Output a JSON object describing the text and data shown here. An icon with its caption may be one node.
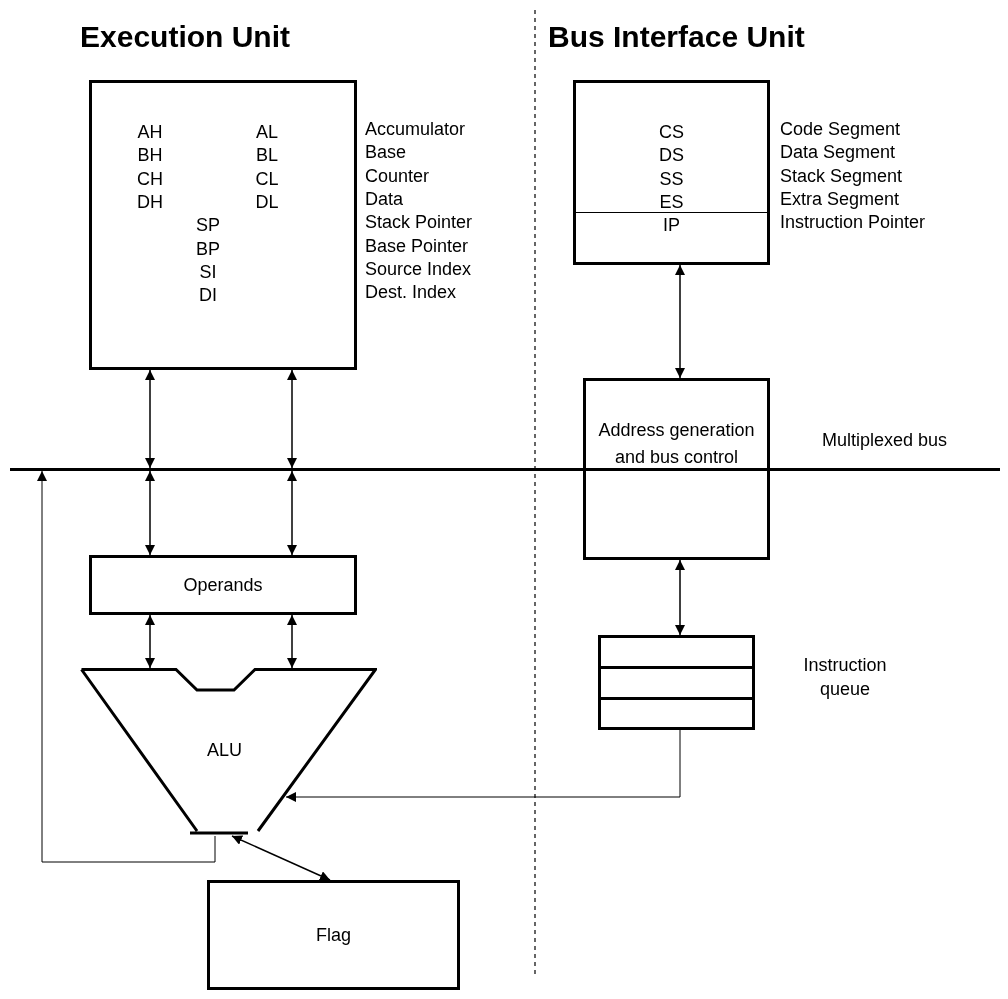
{
  "diagram": {
    "nodes": [
      {
        "text": [
          "AH",
          "AL",
          "BH",
          "BL",
          "CH",
          "CL",
          "DH",
          "DL",
          "SP",
          "BP",
          "SI",
          "DI"
        ],
        "beside": [
          "Accumulator",
          "Base",
          "Counter",
          "Data",
          "Stack Pointer",
          "Base Pointer",
          "Source Index",
          "Dest. Index"
        ]
      },
      {
        "text": [
          "CS",
          "DS",
          "SS",
          "ES",
          "IP"
        ],
        "beside": [
          "Code Segment",
          "Data Segment",
          "Stack Segment",
          "Extra Segment",
          "Instruction Pointer"
        ]
      },
      {
        "text": [
          "Address generation and bus control"
        ]
      },
      {
        "text": [],
        "shape": "bar",
        "beside": [
          "Multiplexed bus"
        ]
      },
      {
        "text": [
          "Operands"
        ]
      },
      {
        "text": [],
        "shape": "box",
        "beside": [
          "Instruction queue"
        ]
      },
      {
        "text": [
          "ALU"
        ]
      },
      {
        "text": [
          "Flag"
        ]
      }
    ],
    "edges": [
      {
        "from": 0,
        "to": 3,
        "arrow": "both"
      },
      {
        "from": 0,
        "to": 3,
        "arrow": "both"
      },
      {
        "from": 1,
        "to": 2,
        "arrow": "both"
      },
      {
        "from": 3,
        "to": 4,
        "arrow": "both"
      },
      {
        "from": 3,
        "to": 4,
        "arrow": "both"
      },
      {
        "from": 2,
        "to": 5,
        "arrow": "both"
      },
      {
        "from": 4,
        "to": 6,
        "arrow": "both"
      },
      {
        "from": 4,
        "to": 6,
        "arrow": "both"
      },
      {
        "from": 5,
        "to": 6,
        "arrow": "to"
      },
      {
        "from": 6,
        "to": 3,
        "arrow": "to"
      },
      {
        "from": 6,
        "to": 7,
        "arrow": "both"
      }
    ],
    "labels": [
      "Execution Unit",
      "Bus Interface Unit"
    ]
  }
}
